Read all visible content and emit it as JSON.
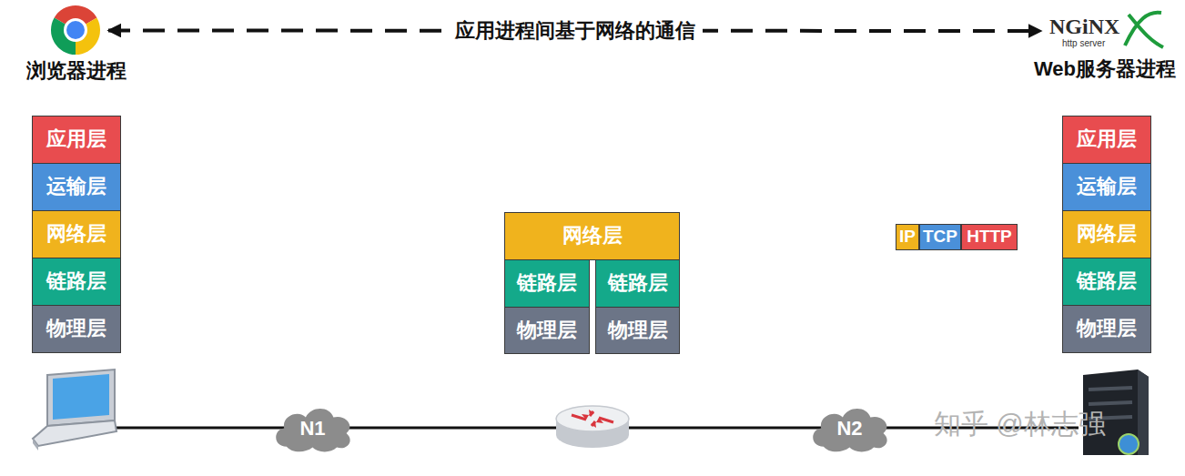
{
  "diagram": {
    "nodes": [
      {
        "text": [
          "浏览器进程"
        ]
      },
      {
        "text": [
          "Web服务器进程"
        ]
      },
      {
        "text": [
          "应用层"
        ]
      },
      {
        "text": [
          "运输层"
        ]
      },
      {
        "text": [
          "网络层"
        ]
      },
      {
        "text": [
          "链路层"
        ]
      },
      {
        "text": [
          "物理层"
        ]
      },
      {
        "text": [
          "网络层"
        ]
      },
      {
        "text": [
          "链路层"
        ]
      },
      {
        "text": [
          "链路层"
        ]
      },
      {
        "text": [
          "物理层"
        ]
      },
      {
        "text": [
          "物理层"
        ]
      },
      {
        "text": [
          "IP"
        ]
      },
      {
        "text": [
          "TCP"
        ]
      },
      {
        "text": [
          "HTTP"
        ]
      },
      {
        "text": [
          "应用层"
        ]
      },
      {
        "text": [
          "运输层"
        ]
      },
      {
        "text": [
          "网络层"
        ]
      },
      {
        "text": [
          "链路层"
        ]
      },
      {
        "text": [
          "物理层"
        ]
      },
      {
        "text": [
          "N1"
        ]
      },
      {
        "text": [
          "N2"
        ]
      }
    ],
    "edges": [
      {
        "from": 0,
        "to": 1,
        "label": "应用进程间基于网络的通信",
        "arrow": "both"
      }
    ],
    "labels": [
      "NGiNX",
      "http server",
      "知乎 @林志强"
    ]
  }
}
